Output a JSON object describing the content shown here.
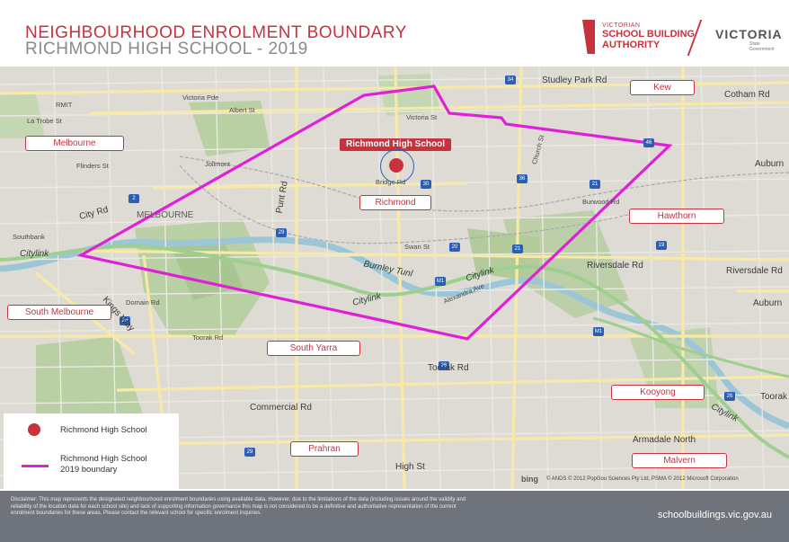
{
  "header": {
    "title_line1": "NEIGHBOURHOOD ENROLMENT BOUNDARY",
    "title_line2": "RICHMOND HIGH SCHOOL - 2019",
    "vsba_small": "VICTORIAN",
    "vsba_big1": "SCHOOL BUILDING",
    "vsba_big2": "AUTHORITY",
    "vic_main": "VICTORIA",
    "vic_sub1": "State",
    "vic_sub2": "Government"
  },
  "map": {
    "school": {
      "label": "Richmond High School",
      "color": "#c8323d"
    },
    "boundary_color": "#e020d8",
    "suburbs": [
      "Kew",
      "Melbourne",
      "Richmond",
      "Hawthorn",
      "South Melbourne",
      "South Yarra",
      "Kooyong",
      "Prahran",
      "Malvern"
    ],
    "streets": {
      "victoria_pde": "Victoria Pde",
      "albert_st": "Albert St",
      "victoria_st": "Victoria St",
      "bridge_rd": "Bridge Rd",
      "swan_st": "Swan St",
      "burnley_tunl": "Burnley Tunl",
      "citylink": "Citylink",
      "toorak_rd": "Toorak Rd",
      "high_st": "High St",
      "commercial_rd": "Commercial Rd",
      "riversdale_rd": "Riversdale Rd",
      "studley_park_rd": "Studley Park Rd",
      "cotham_rd": "Cotham Rd",
      "burwood_rd": "Burwood Rd",
      "city_rd": "City Rd",
      "kings_way": "Kings Way",
      "punt_rd": "Punt Rd",
      "flinders_st": "Flinders St",
      "melbourne_caps": "MELBOURNE",
      "jolimont": "Jolimont",
      "southbank": "Southbank",
      "rmit": "RMIT",
      "armadale_north": "Armadale North",
      "auburn": "Auburn",
      "latrobe": "La Trobe St",
      "church_st": "Church St",
      "dandenong": "Domain Rd",
      "alexandra": "Alexandra Ave",
      "toorak": "Toorak"
    },
    "bing": "bing",
    "attribution": "© ANDS © 2012 PopGou Sciences Pty Ltd, PSMA © 2012 Microsoft Corporation"
  },
  "legend": {
    "item1": "Richmond High School",
    "item2_line1": "Richmond High School",
    "item2_line2": "2019 boundary"
  },
  "footer": {
    "disclaimer": "Disclaimer: This map represents the designated neighbourhood enrolment boundaries using available data. However, due to the limitations of the data (including issues around the validity and reliability of the location data for each school site) and lack of supporting information governance this map is not considered to be a definitive and authoritative representation of the current enrolment boundaries for these areas. Please contact the relevant school for specific enrolment inquiries.",
    "url": "schoolbuildings.vic.gov.au"
  }
}
